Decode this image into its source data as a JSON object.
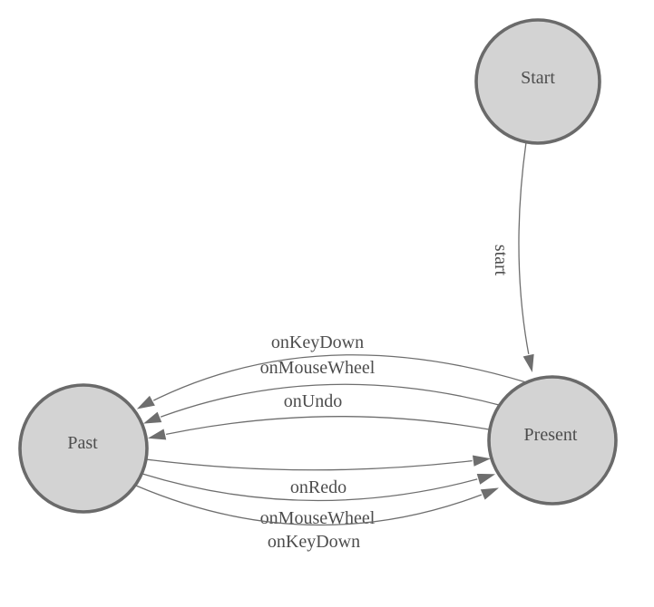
{
  "diagram": {
    "type": "state-machine",
    "colors": {
      "background": "#ffffff",
      "node_fill": "#d3d3d3",
      "node_border": "#6a6a6a",
      "edge_color": "#6e6e6e",
      "text_color": "#4d4d4d"
    },
    "nodes": [
      {
        "id": "start",
        "label": "Start"
      },
      {
        "id": "past",
        "label": "Past"
      },
      {
        "id": "present",
        "label": "Present"
      }
    ],
    "edges": [
      {
        "from": "Start",
        "to": "Present",
        "label": "start"
      },
      {
        "from": "Present",
        "to": "Past",
        "label": "onKeyDown"
      },
      {
        "from": "Present",
        "to": "Past",
        "label": "onMouseWheel"
      },
      {
        "from": "Present",
        "to": "Past",
        "label": "onUndo"
      },
      {
        "from": "Past",
        "to": "Present",
        "label": "onRedo"
      },
      {
        "from": "Past",
        "to": "Present",
        "label": "onMouseWheel"
      },
      {
        "from": "Past",
        "to": "Present",
        "label": "onKeyDown"
      }
    ]
  }
}
